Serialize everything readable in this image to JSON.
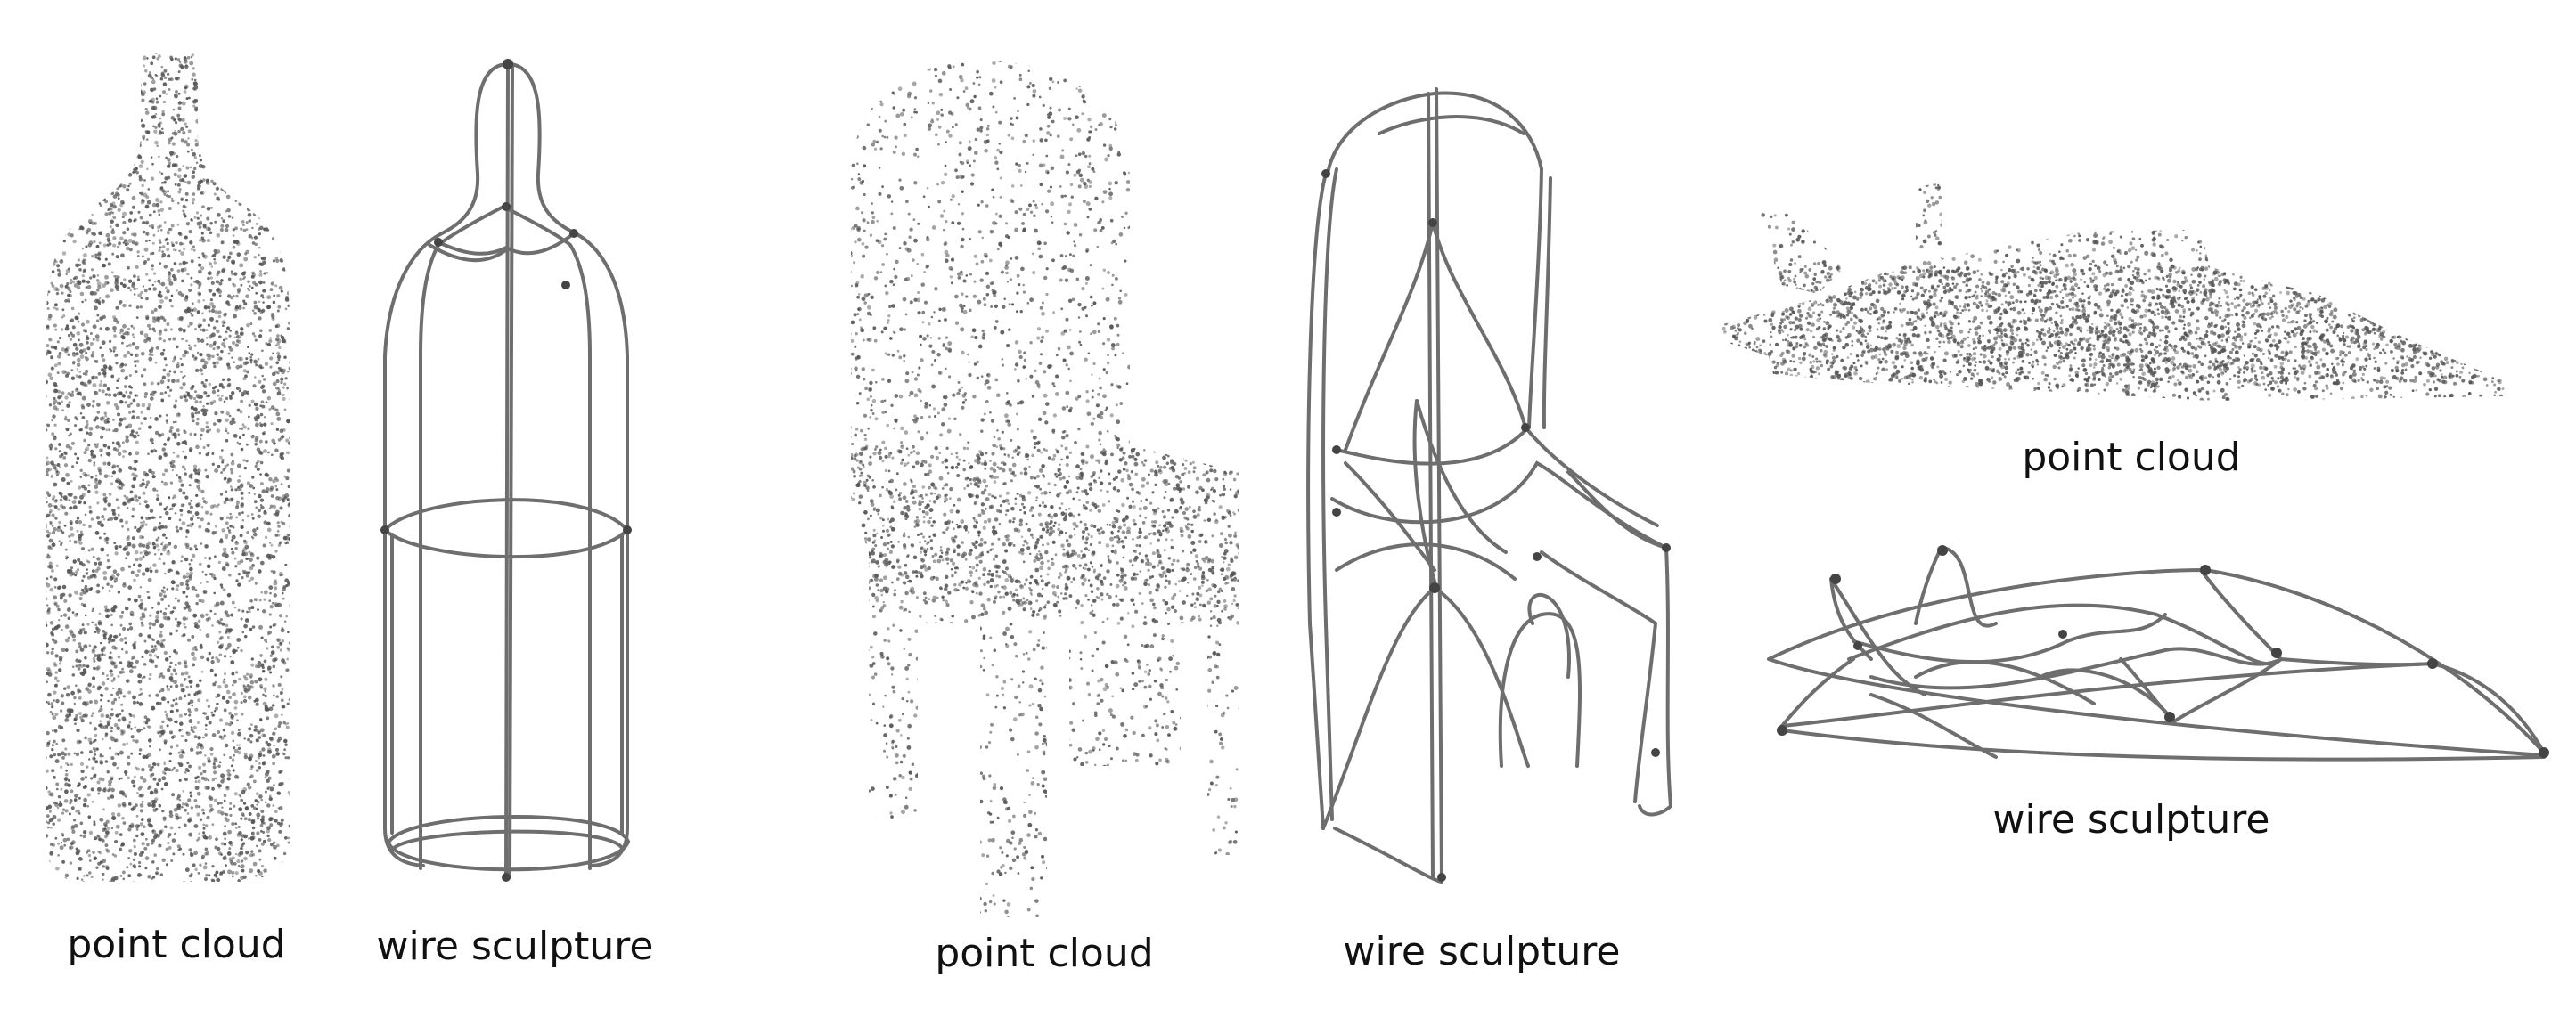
{
  "figure": {
    "panels": [
      {
        "shape": "bottle",
        "caption": "point cloud"
      },
      {
        "shape": "bottle",
        "caption": "wire sculpture"
      },
      {
        "shape": "chair",
        "caption": "point cloud"
      },
      {
        "shape": "chair",
        "caption": "wire sculpture"
      },
      {
        "shape": "airplane",
        "caption": "point cloud"
      },
      {
        "shape": "airplane",
        "caption": "wire sculpture"
      }
    ],
    "colors": {
      "point": "#555555",
      "wire": "#6e6e6e",
      "joint": "#444444",
      "text": "#111111"
    }
  }
}
